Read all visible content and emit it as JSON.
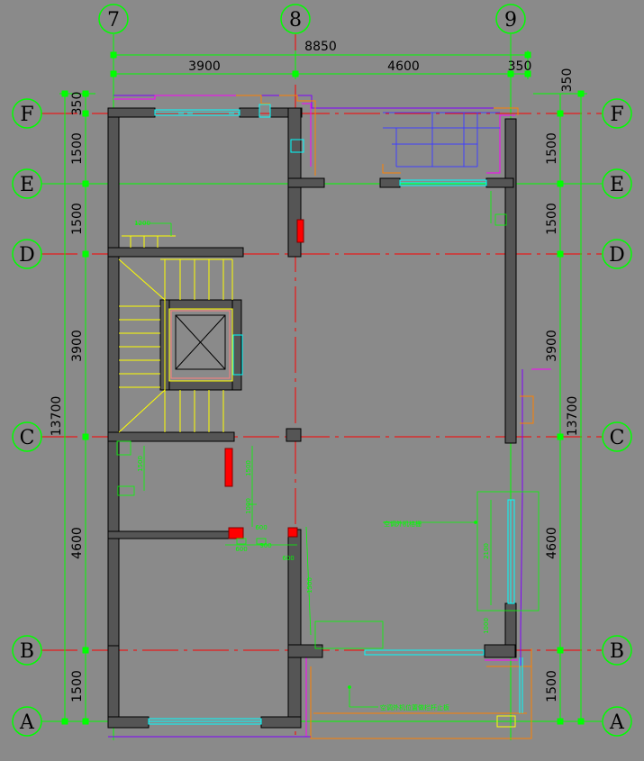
{
  "drawing": {
    "background_color": "#8a8a8a",
    "colors": {
      "grid_bubble": "#00ff00",
      "axis_line": "#ff0000",
      "dimension": "#00ff00",
      "wall": "#555555",
      "window": "#00ffff",
      "stair": "#ffff00",
      "overhead": "#ff00ff",
      "purple_line": "#8000ff",
      "orange_line": "#ff8000",
      "blue_line": "#4040ff",
      "fire_box": "#ff0000"
    },
    "grid_columns": [
      "7",
      "8",
      "9"
    ],
    "grid_rows": [
      "F",
      "E",
      "D",
      "C",
      "B",
      "A"
    ],
    "top_dimensions": {
      "overall": "8850",
      "segments": [
        "3900",
        "4600",
        "350"
      ]
    },
    "right_top_dimension": "350",
    "left_dimensions": {
      "overall": "13700",
      "segments": [
        "350",
        "1500",
        "1500",
        "3900",
        "4600",
        "1500"
      ]
    },
    "right_dimensions": {
      "overall": "13700",
      "segments": [
        "1500",
        "1500",
        "3900",
        "4600",
        "1500"
      ]
    },
    "small_dimensions": [
      "1200",
      "1500",
      "1500",
      "1000",
      "600",
      "900",
      "600",
      "600",
      "1500",
      "1000",
      "2100"
    ],
    "annotations": [
      "空调外机格栅",
      "空调外机位置做栏杆止板"
    ]
  }
}
